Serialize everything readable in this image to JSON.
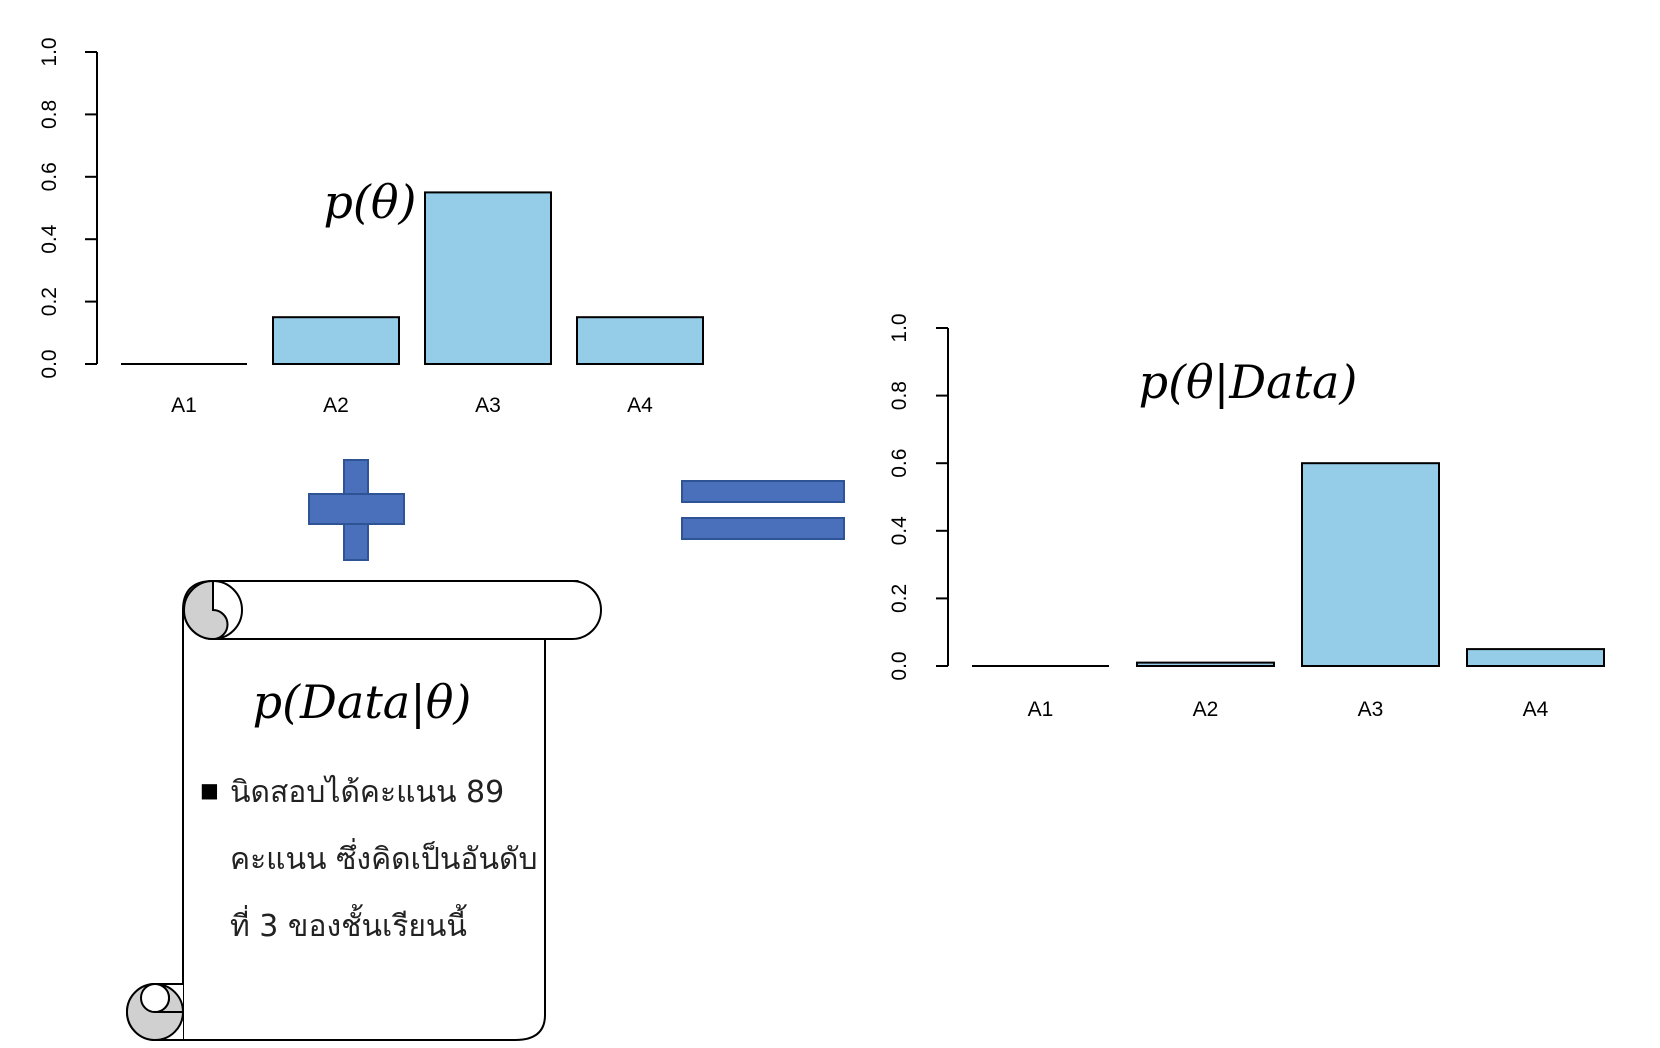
{
  "chart_data": [
    {
      "type": "bar",
      "title": "",
      "xlabel": "",
      "ylabel": "",
      "categories": [
        "A1",
        "A2",
        "A3",
        "A4"
      ],
      "values": [
        0.0,
        0.15,
        0.55,
        0.15
      ],
      "ylim": [
        0,
        1
      ],
      "yticks": [
        "0.0",
        "0.2",
        "0.4",
        "0.6",
        "0.8",
        "1.0"
      ],
      "bar_color": "#95CDE8",
      "grid": false
    },
    {
      "type": "bar",
      "title": "",
      "xlabel": "",
      "ylabel": "",
      "categories": [
        "A1",
        "A2",
        "A3",
        "A4"
      ],
      "values": [
        0.0,
        0.01,
        0.6,
        0.05
      ],
      "ylim": [
        0,
        1
      ],
      "yticks": [
        "0.0",
        "0.2",
        "0.4",
        "0.6",
        "0.8",
        "1.0"
      ],
      "bar_color": "#95CDE8",
      "grid": false
    }
  ],
  "labels": {
    "prior": "p(θ)",
    "likelihood": "p(Data|θ)",
    "posterior": "p(θ|Data)"
  },
  "scroll": {
    "bullet": "■",
    "lines": [
      "นิดสอบได้คะแนน 89",
      "คะแนน ซึ่งคิดเป็นอันดับ",
      "ที่ 3 ของชั้นเรียนนี้"
    ]
  },
  "symbols": {
    "plus": "plus-icon",
    "equals": "equals-icon",
    "color": "#4A70BC"
  }
}
